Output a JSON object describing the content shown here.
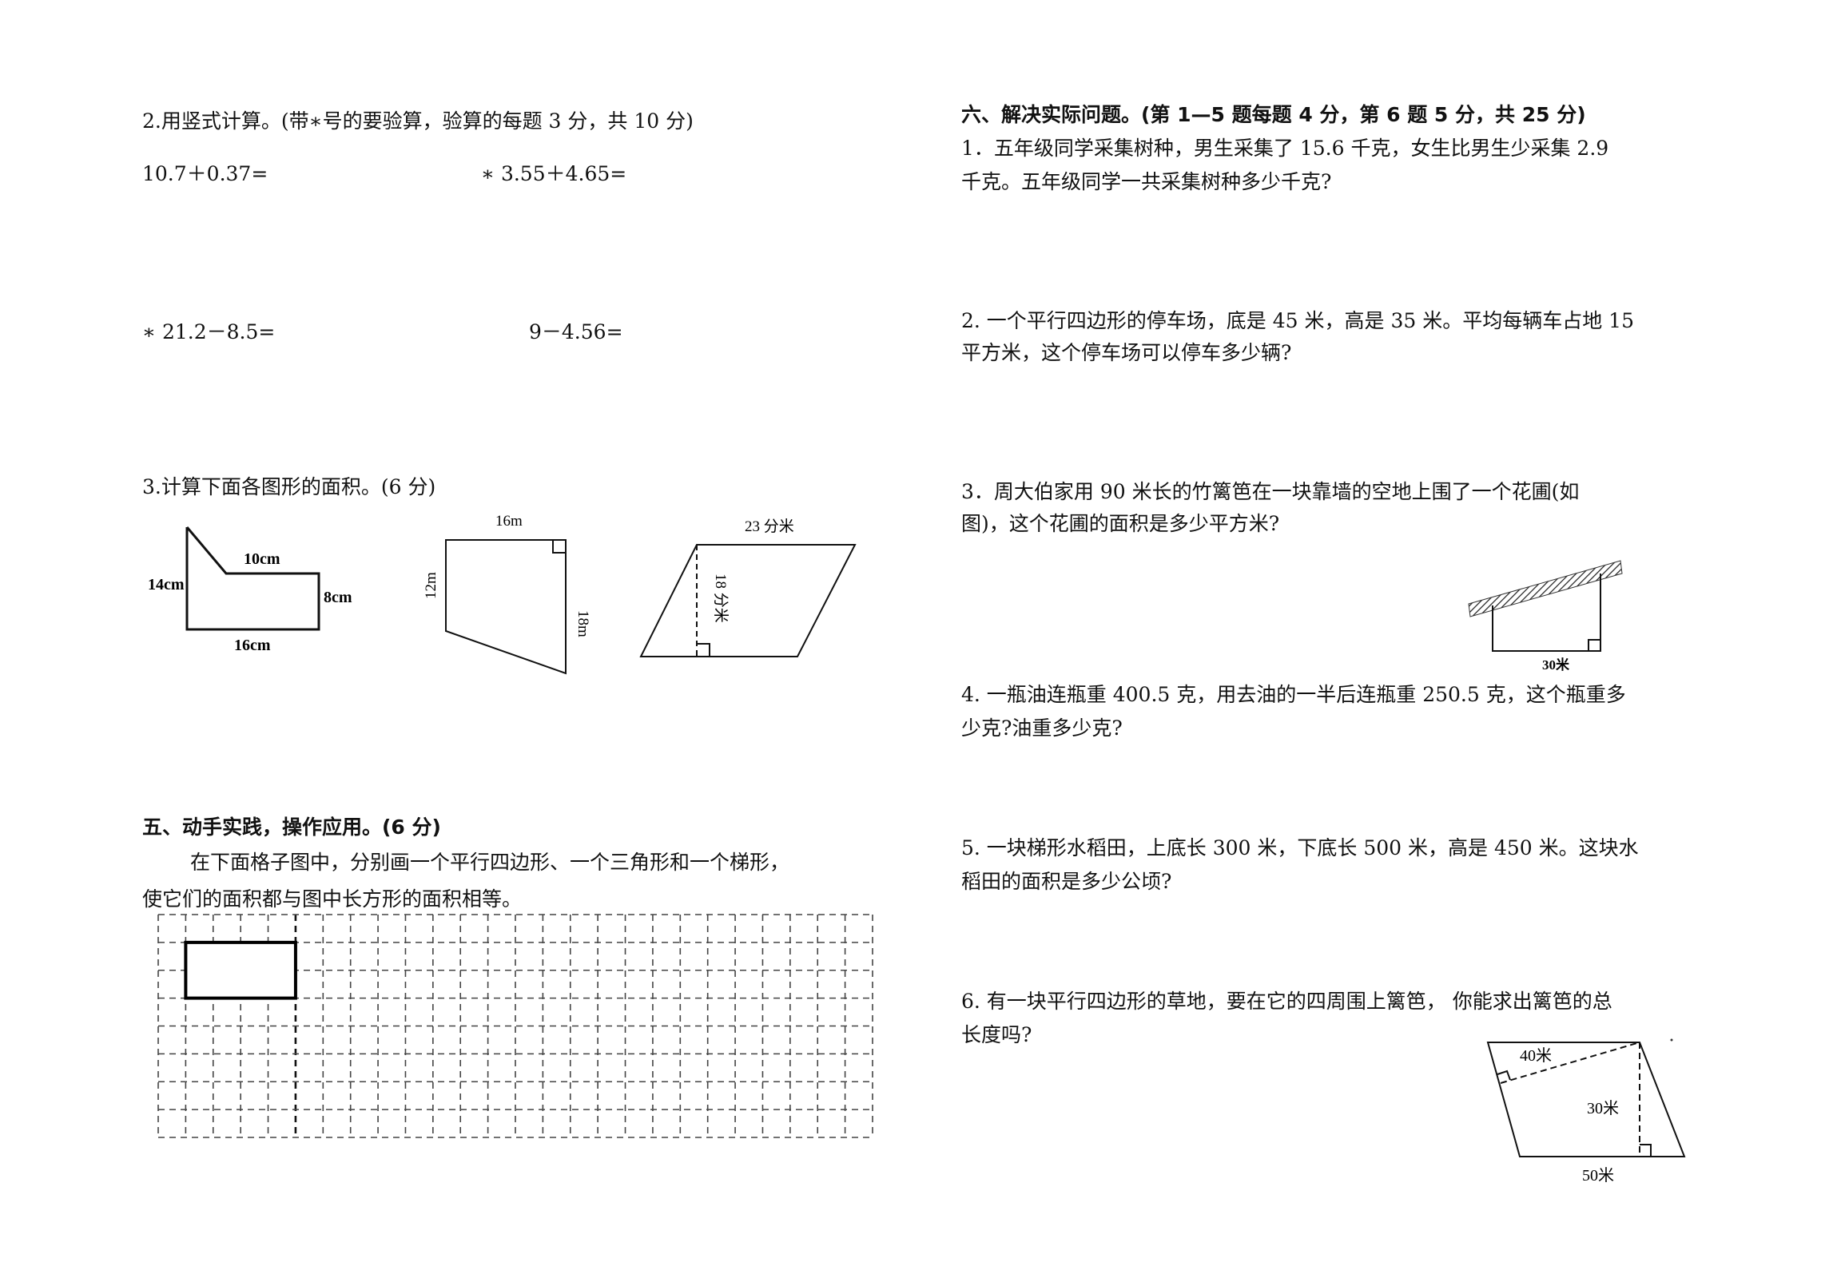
{
  "left": {
    "q2": {
      "title": "2.用竖式计算。(带∗号的要验算，验算的每题 3 分，共 10 分)",
      "items": [
        "10.7＋0.37=",
        "∗ 3.55＋4.65=",
        "∗ 21.2－8.5=",
        "9－4.56="
      ]
    },
    "q3": {
      "title": "3.计算下面各图形的面积。(6 分)",
      "fig1": {
        "top": "10cm",
        "left": "14cm",
        "right": "8cm",
        "bottom": "16cm"
      },
      "fig2": {
        "top": "16m",
        "left": "12m",
        "right": "18m"
      },
      "fig3": {
        "top": "23 分米",
        "height": "18 分米"
      }
    },
    "sec5": {
      "title": "五、动手实践，操作应用。(6 分)",
      "line1": "在下面格子图中，分别画一个平行四边形、一个三角形和一个梯形，",
      "line2": "使它们的面积都与图中长方形的面积相等。"
    }
  },
  "right": {
    "sec6_title": "六、解决实际问题。(第 1—5 题每题 4 分，第 6 题 5 分，共 25 分)",
    "p1": {
      "l1": "1．五年级同学采集树种，男生采集了 15.6 千克，女生比男生少采集 2.9",
      "l2": "千克。五年级同学一共采集树种多少千克?"
    },
    "p2": {
      "l1": "2. 一个平行四边形的停车场，底是 45 米，高是 35 米。平均每辆车占地 15",
      "l2": "平方米，这个停车场可以停车多少辆?"
    },
    "p3": {
      "l1": "3．周大伯家用 90 米长的竹篱笆在一块靠墙的空地上围了一个花圃(如",
      "l2": "图)，这个花圃的面积是多少平方米?",
      "fig_label": "30米"
    },
    "p4": {
      "l1": "4. 一瓶油连瓶重 400.5 克，用去油的一半后连瓶重 250.5 克，这个瓶重多",
      "l2": "少克?油重多少克?"
    },
    "p5": {
      "l1": "5. 一块梯形水稻田，上底长 300 米，下底长 500 米，高是 450 米。这块水",
      "l2": "稻田的面积是多少公顷?"
    },
    "p6": {
      "l1": "6. 有一块平行四边形的草地，要在它的四周围上篱笆， 你能求出篱笆的总",
      "l2": "长度吗?",
      "fig": {
        "a": "40米",
        "b": "30米",
        "c": "50米"
      }
    }
  }
}
